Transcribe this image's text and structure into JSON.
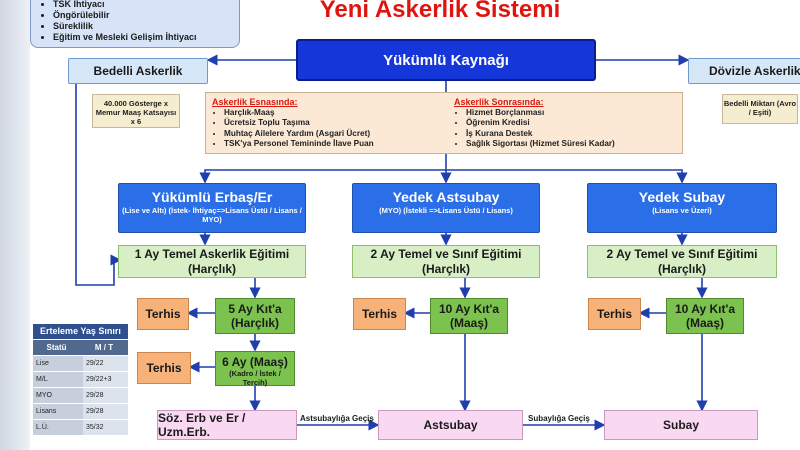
{
  "title": "Yeni Askerlik Sistemi",
  "top_left_list": [
    "TSK İhtiyacı",
    "Öngörülebilir",
    "Süreklilik",
    "Eğitim ve Mesleki Gelişim İhtiyacı"
  ],
  "source": "Yükümlü Kaynağı",
  "bedelli": {
    "label": "Bedelli Askerlik",
    "note": "40.000 Gösterge x Memur Maaş Katsayısı x 6"
  },
  "dovizle": {
    "label": "Dövizle Askerlik",
    "note": "Bedelli Miktarı (Avro / Eşiti)"
  },
  "during": {
    "heading": "Askerlik Esnasında:",
    "items": [
      "Harçlık-Maaş",
      "Ücretsiz Toplu Taşıma",
      "Muhtaç Ailelere Yardım (Asgari Ücret)",
      "TSK'ya Personel Temininde İlave Puan"
    ]
  },
  "after": {
    "heading": "Askerlik Sonrasında:",
    "items": [
      "Hizmet Borçlanması",
      "Öğrenim Kredisi",
      "İş Kurana Destek",
      "Sağlık Sigortası (Hizmet Süresi Kadar)"
    ]
  },
  "columns": [
    {
      "title": "Yükümlü Erbaş/Er",
      "sub": "(Lise ve Altı) (İstek- İhtiyaç=>Lisans Üstü / Lisans / MYO)",
      "training": "1 Ay Temel Askerlik Eğitimi",
      "training_sub": "(Harçlık)"
    },
    {
      "title": "Yedek Astsubay",
      "sub": "(MYO) (İstekli =>Lisans Üstü / Lisans)",
      "training": "2 Ay Temel ve Sınıf Eğitimi",
      "training_sub": "(Harçlık)"
    },
    {
      "title": "Yedek Subay",
      "sub": "(Lisans ve Üzeri)",
      "training": "2 Ay Temel ve Sınıf Eğitimi",
      "training_sub": "(Harçlık)"
    }
  ],
  "kita1": {
    "title": "5 Ay Kıt'a",
    "sub": "(Harçlık)"
  },
  "kita1b": {
    "title": "6 Ay (Maaş)",
    "sub": "(Kadro / İstek / Tercih)"
  },
  "kita2": {
    "title": "10 Ay Kıt'a",
    "sub": "(Maaş)"
  },
  "kita3": {
    "title": "10 Ay Kıt'a",
    "sub": "(Maaş)"
  },
  "terhis": "Terhis",
  "bottom": {
    "left": "Söz. Erb ve Er / Uzm.Erb.",
    "mid": "Astsubay",
    "right": "Subay",
    "arrow1": "Astsubaylığa Geçiş",
    "arrow2": "Subaylığa Geçiş"
  },
  "table": {
    "title": "Erteleme Yaş Sınırı",
    "col1": "Statü",
    "col2": "M / T",
    "rows": [
      [
        "Lise",
        "29/22"
      ],
      [
        "M/L",
        "29/22+3"
      ],
      [
        "MYO",
        "29/28"
      ],
      [
        "Lisans",
        "29/28"
      ],
      [
        "L.Ü.",
        "35/32"
      ]
    ]
  }
}
